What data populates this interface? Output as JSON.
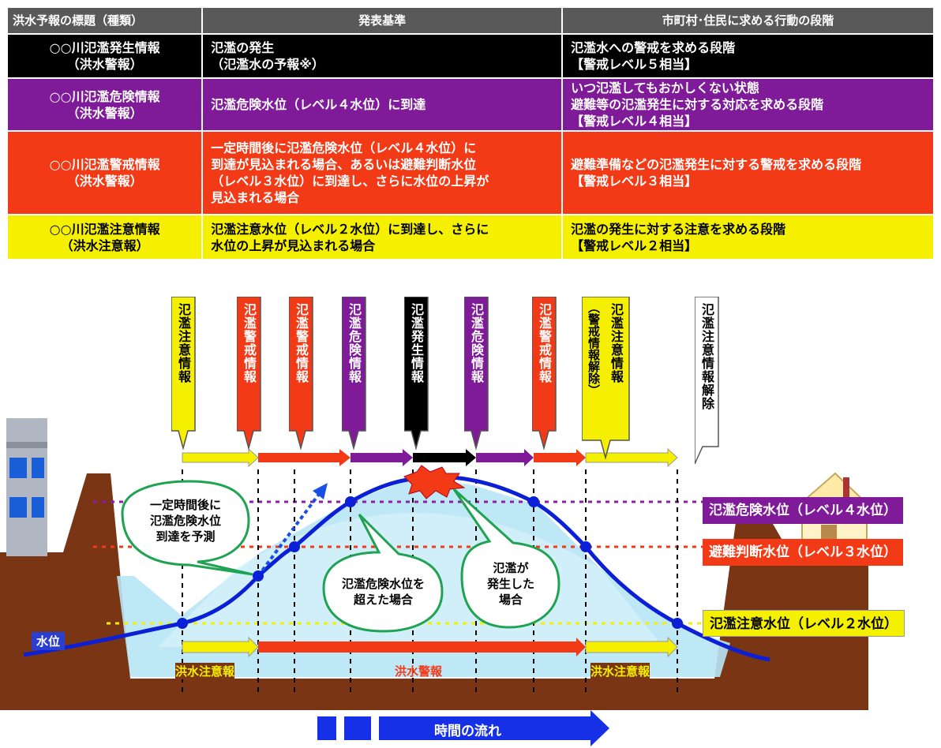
{
  "table": {
    "headers": [
      "洪水予報の標題（種類）",
      "発表基準",
      "市町村･住民に求める行動の段階"
    ],
    "rows": [
      {
        "title": [
          "○○川氾濫発生情報",
          "（洪水警報）"
        ],
        "criteria": [
          "氾濫の発生",
          "（氾濫水の予報※）"
        ],
        "action": [
          "氾濫水への警戒を求める段階",
          "【警戒レベル５相当】"
        ]
      },
      {
        "title": [
          "○○川氾濫危険情報",
          "（洪水警報）"
        ],
        "criteria": [
          "氾濫危険水位（レベル４水位）に到達"
        ],
        "action": [
          "いつ氾濫してもおかしくない状態",
          "避難等の氾濫発生に対する対応を求める段階",
          "【警戒レベル４相当】"
        ]
      },
      {
        "title": [
          "○○川氾濫警戒情報",
          "（洪水警報）"
        ],
        "criteria": [
          "一定時間後に氾濫危険水位（レベル４水位）に",
          "到達が見込まれる場合、あるいは避難判断水位",
          "（レベル３水位）に到達し、さらに水位の上昇が",
          "見込まれる場合"
        ],
        "action": [
          "避難準備などの氾濫発生に対する警戒を求める段階",
          "【警戒レベル３相当】"
        ]
      },
      {
        "title": [
          "○○川氾濫注意情報",
          "（洪水注意報）"
        ],
        "criteria": [
          "氾濫注意水位（レベル２水位）に到達し、さらに",
          "水位の上昇が見込まれる場合"
        ],
        "action": [
          "氾濫の発生に対する注意を求める段階",
          "【警戒レベル２相当】"
        ]
      }
    ]
  },
  "flags": [
    {
      "label": "氾濫注意情報",
      "color": "#f5f000",
      "text_color": "#000000"
    },
    {
      "label": "氾濫警戒情報",
      "color": "#f23a17",
      "text_color": "#ffffff"
    },
    {
      "label": "氾濫警戒情報",
      "color": "#f23a17",
      "text_color": "#ffffff"
    },
    {
      "label": "氾濫危険情報",
      "color": "#7f1a99",
      "text_color": "#ffffff"
    },
    {
      "label": "氾濫発生情報",
      "color": "#000000",
      "text_color": "#ffffff"
    },
    {
      "label": "氾濫危険情報",
      "color": "#7f1a99",
      "text_color": "#ffffff"
    },
    {
      "label": "氾濫警戒情報",
      "color": "#f23a17",
      "text_color": "#ffffff"
    },
    {
      "label": "氾濫注意情報",
      "sub": "（警戒情報解除）",
      "color": "#f5f000",
      "text_color": "#000000"
    },
    {
      "label": "氾濫注意情報解除",
      "color": "#ffffff",
      "text_color": "#000000"
    }
  ],
  "levels": [
    {
      "label": "氾濫危険水位（レベル４水位）",
      "color": "#7f1a99",
      "text_color": "#ffffff"
    },
    {
      "label": "避難判断水位（レベル３水位）",
      "color": "#f23a17",
      "text_color": "#ffffff"
    },
    {
      "label": "氾濫注意水位（レベル２水位）",
      "color": "#f5f000",
      "text_color": "#000000"
    }
  ],
  "bubbles": [
    [
      "一定時間後に",
      "氾濫危険水位",
      "到達を予測"
    ],
    [
      "氾濫危険水位を",
      "超えた場合"
    ],
    [
      "氾濫が",
      "発生した",
      "場合"
    ]
  ],
  "water_level_label": "水位",
  "sections": [
    "洪水注意報",
    "洪水警報",
    "洪水注意報"
  ],
  "time_flow": "時間の流れ",
  "colors": {
    "caution": "#f5f000",
    "warning": "#f23a17",
    "danger": "#7f1a99",
    "occurrence": "#000000",
    "curve": "#0a1fd6",
    "ground": "#7a3515",
    "water": "#b8e6f5"
  }
}
